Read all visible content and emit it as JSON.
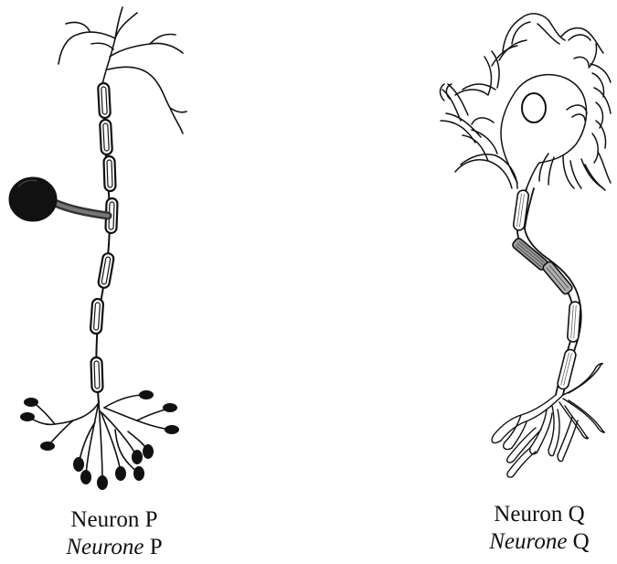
{
  "neuron_p": {
    "label": "Neuron P",
    "label_alt_prefix": "Neurone",
    "label_alt_suffix": " P"
  },
  "neuron_q": {
    "label": "Neuron Q",
    "label_alt_prefix": "Neurone",
    "label_alt_suffix": " Q"
  },
  "colors": {
    "ink": "#111111",
    "background": "#ffffff",
    "shade": "#9a9a9a"
  }
}
